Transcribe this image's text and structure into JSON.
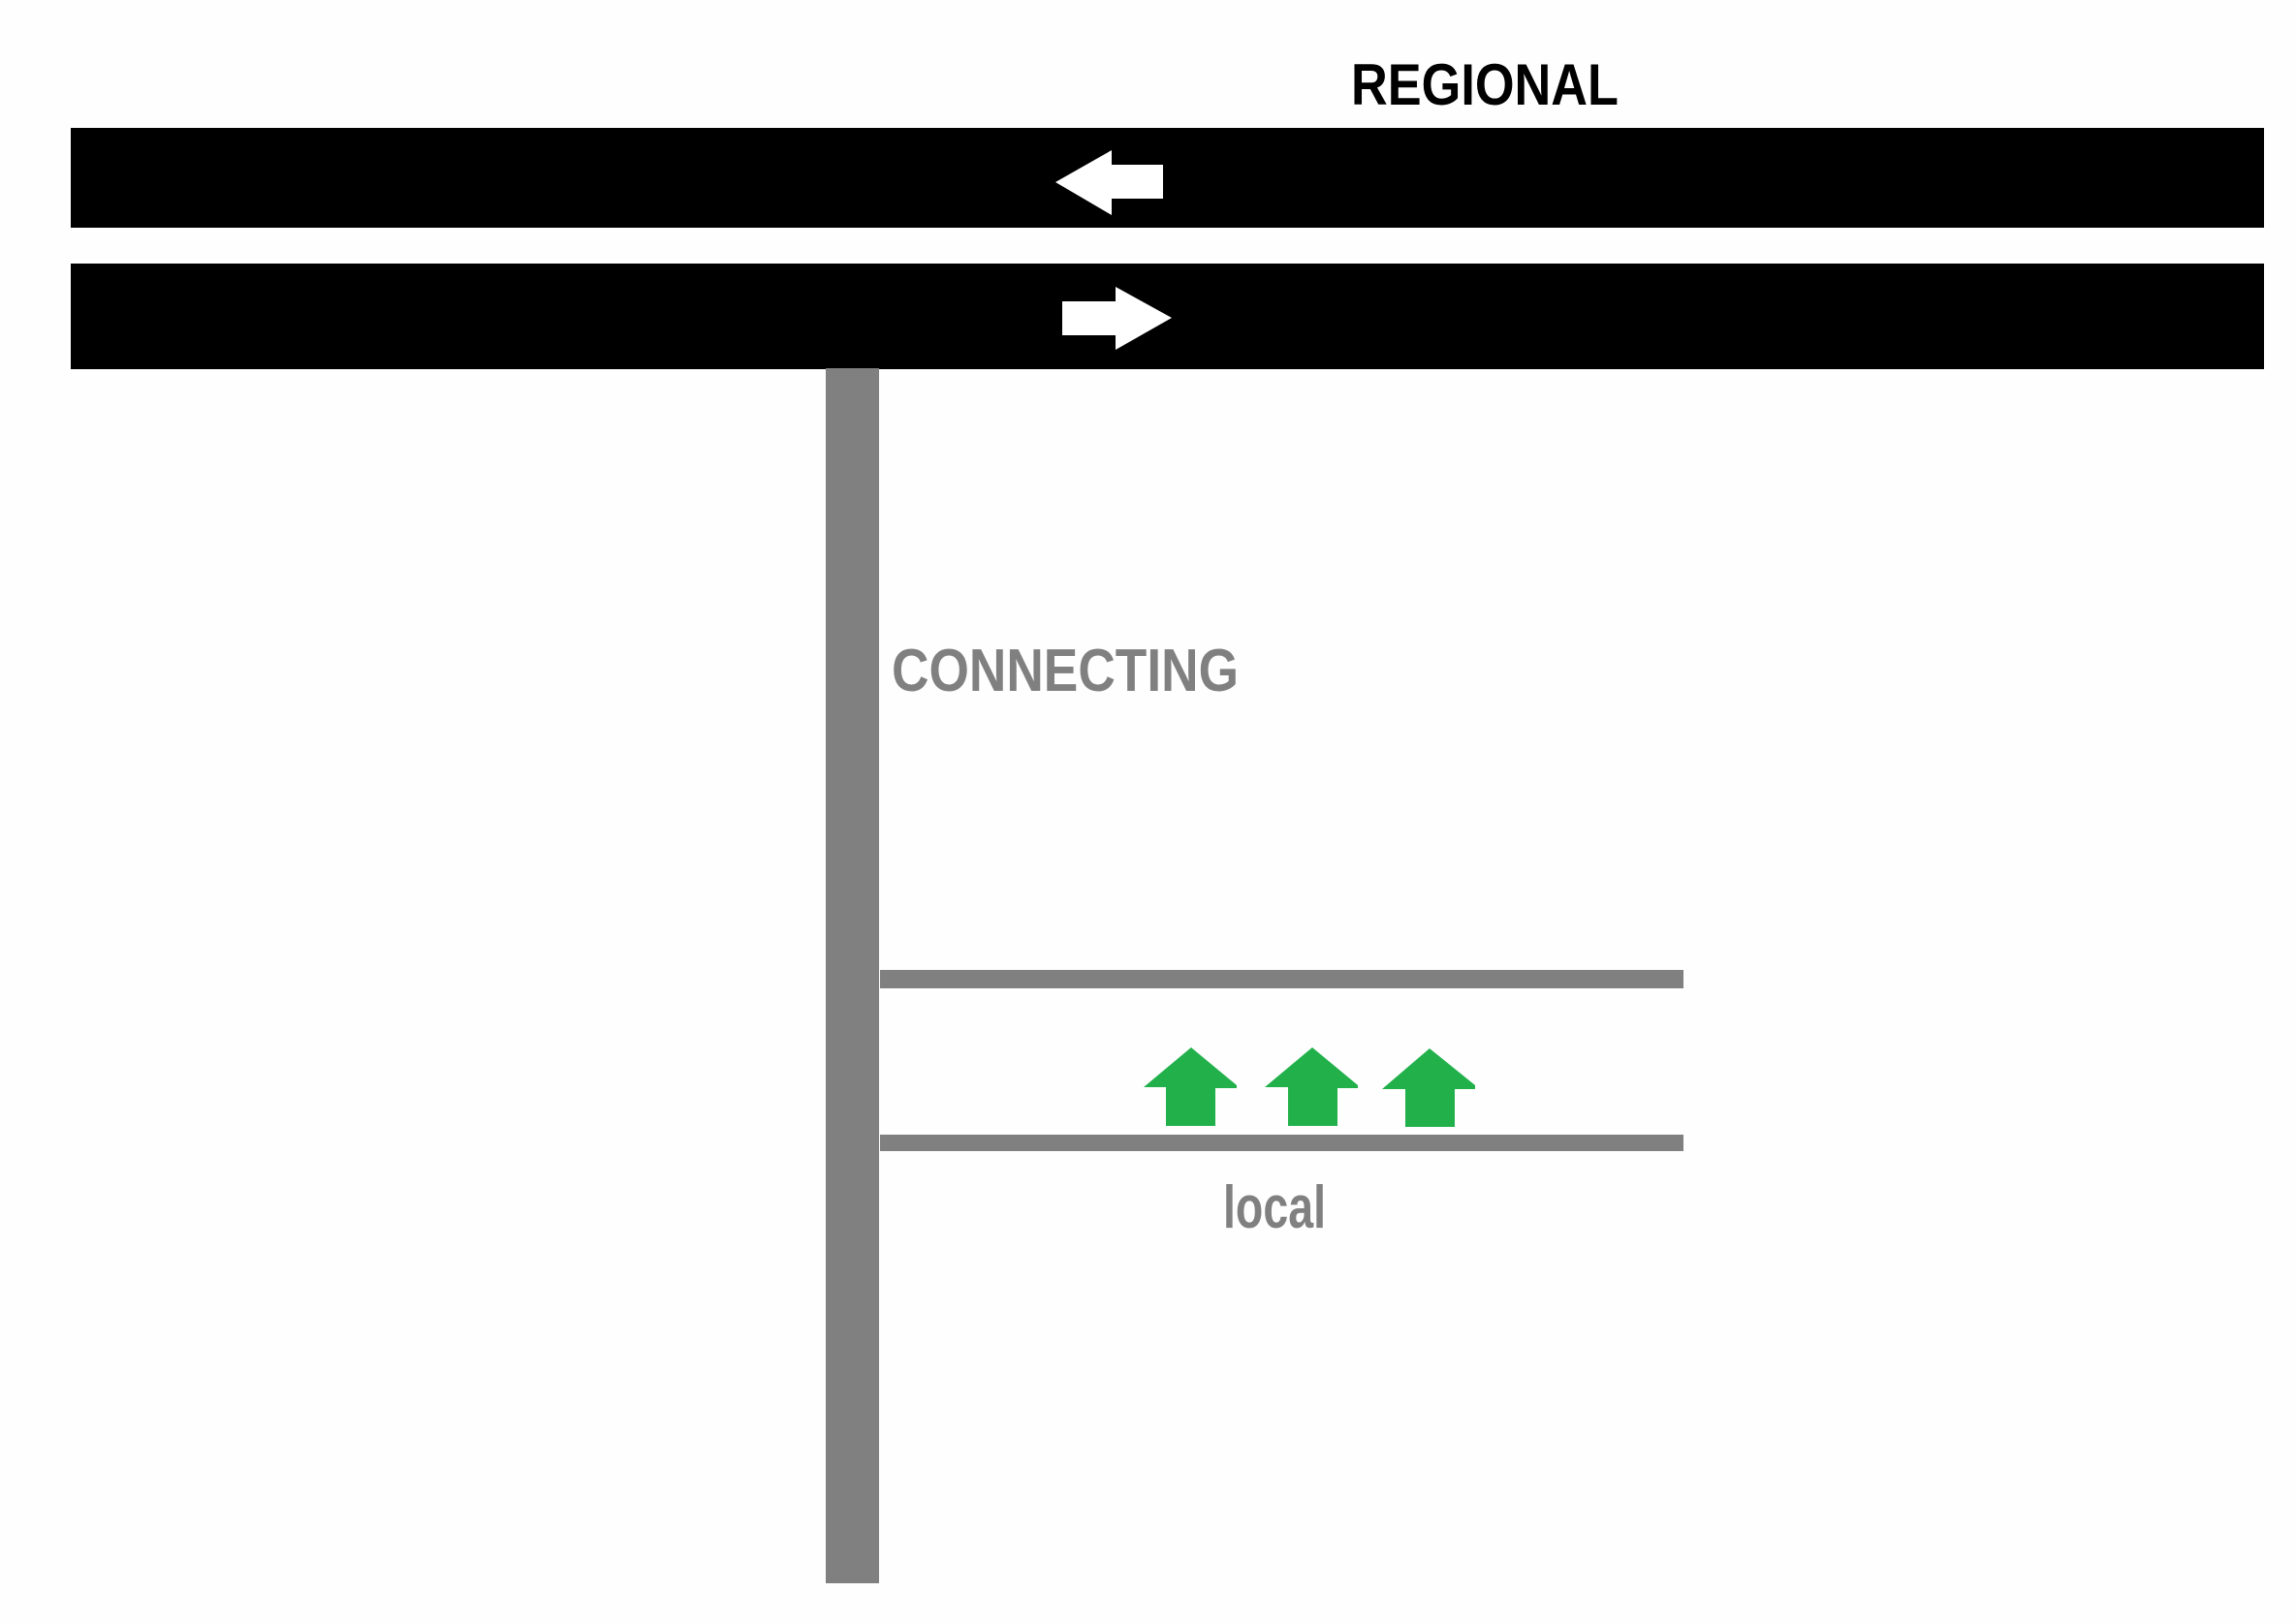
{
  "labels": {
    "regional": "REGIONAL",
    "connecting": "CONNECTING",
    "local": "local"
  },
  "icons": {
    "regional_lane_top": "arrow-left-icon",
    "regional_lane_bottom": "arrow-right-icon",
    "local_arrows": [
      "arrow-up-icon",
      "arrow-up-icon",
      "arrow-up-icon"
    ]
  },
  "colors": {
    "regional_road": "#000000",
    "connecting_road": "#808080",
    "local_road": "#808080",
    "local_arrows": "#22b04b",
    "background": "#fefefe"
  }
}
